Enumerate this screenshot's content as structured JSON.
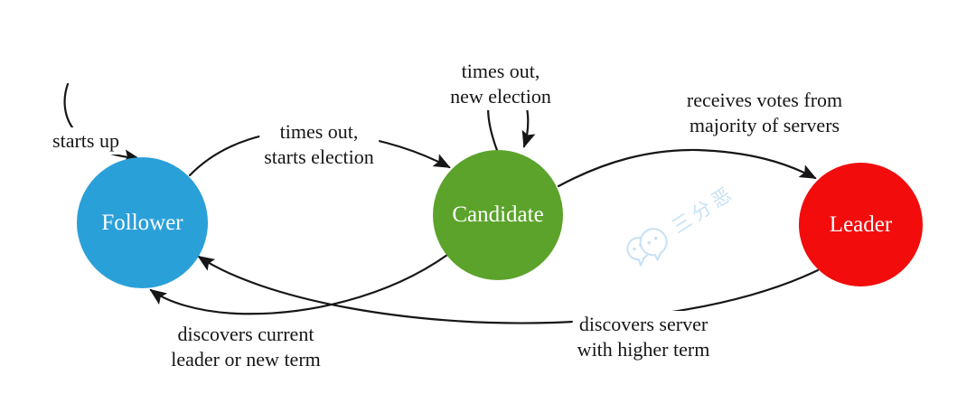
{
  "states": [
    {
      "name": "Follower",
      "color": "#2aa0d9"
    },
    {
      "name": "Candidate",
      "color": "#5ba32b"
    },
    {
      "name": "Leader",
      "color": "#f20c0c"
    }
  ],
  "transitions": {
    "starts_up": {
      "label": "starts up",
      "from": "(start)",
      "to": "Follower"
    },
    "follower_to_candidate": {
      "label": "times out,\nstarts election",
      "from": "Follower",
      "to": "Candidate"
    },
    "candidate_self_loop": {
      "label": "times out,\nnew election",
      "from": "Candidate",
      "to": "Candidate"
    },
    "candidate_to_leader": {
      "label": "receives votes from\nmajority of servers",
      "from": "Candidate",
      "to": "Leader"
    },
    "candidate_to_follower": {
      "label": "discovers current\nleader or new term",
      "from": "Candidate",
      "to": "Follower"
    },
    "leader_to_follower": {
      "label": "discovers server\nwith higher term",
      "from": "Leader",
      "to": "Follower"
    }
  },
  "watermark": {
    "text": "三分恶",
    "icon": "wechat-logo-icon",
    "color": "#c5e0f4"
  },
  "colors": {
    "arrow": "#161616",
    "background": "#ffffff"
  }
}
